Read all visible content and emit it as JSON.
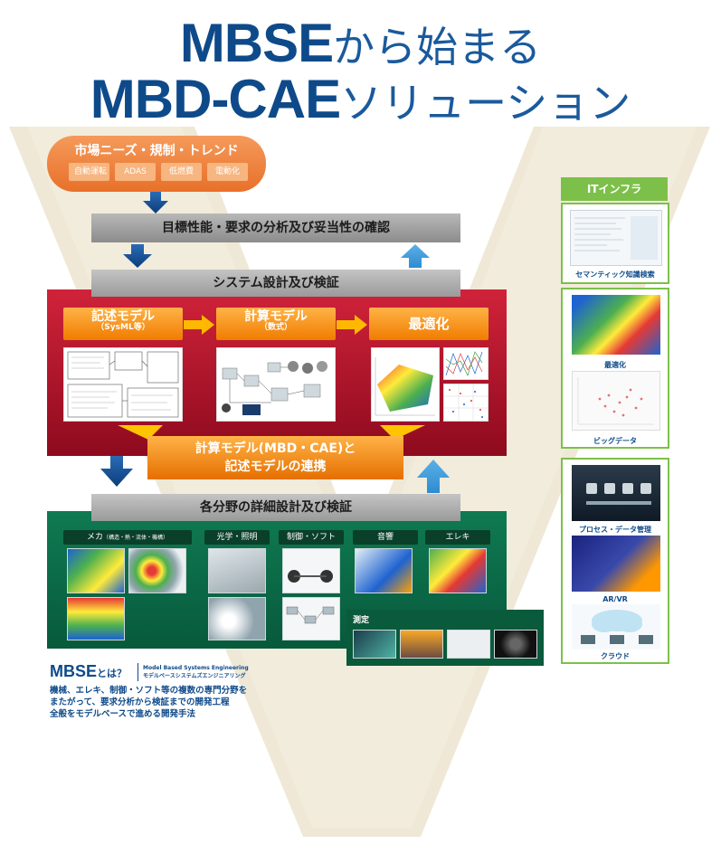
{
  "title": {
    "line1_bold": "MBSE",
    "line1_light": "から始まる",
    "line2_bold": "MBD-CAE",
    "line2_light": "ソリューション"
  },
  "market": {
    "title": "市場ニーズ・規制・トレンド",
    "tags": [
      "自動運転",
      "ADAS",
      "低燃費",
      "電動化"
    ]
  },
  "requirements_bar": "目標性能・要求の分析及び妥当性の確認",
  "system_bar": "システム設計及び検証",
  "system": {
    "descriptive_model": "記述モデル",
    "descriptive_model_sub": "（SysML等）",
    "computational_model": "計算モデル",
    "computational_model_sub": "（数式）",
    "optimization": "最適化",
    "link_line1": "計算モデル(MBD・CAE)と",
    "link_line2": "記述モデルの連携"
  },
  "detail_bar": "各分野の詳細設計及び検証",
  "fields": {
    "mecha": "メカ",
    "mecha_sub": "（構造・熱・流体・機構）",
    "optics": "光学・照明",
    "control": "制御・ソフト",
    "acoustics": "音響",
    "electronics": "エレキ",
    "measurement": "測定"
  },
  "it_infra": {
    "title": "ITインフラ",
    "items": [
      "セマンティック知識検索",
      "最適化",
      "ビッグデータ",
      "プロセス・データ管理",
      "AR/VR",
      "クラウド"
    ]
  },
  "mbse_info": {
    "heading": "MBSE",
    "heading_suffix": "とは？",
    "en_name": "Model Based Systems Engineering",
    "ja_name": "モデルベースシステムズエンジニアリング",
    "desc_line1": "機械、エレキ、制御・ソフト等の複数の専門分野を",
    "desc_line2": "またがって、要求分析から検証までの開発工程",
    "desc_line3": "全般をモデルベースで進める開発手法"
  },
  "colors": {
    "brand_blue": "#0e4a8a",
    "system_red": "#b8162c",
    "detail_green": "#0a6b47",
    "market_orange": "#ec7a30",
    "it_green": "#7cc04a",
    "v_beige": "#efe8d6"
  }
}
